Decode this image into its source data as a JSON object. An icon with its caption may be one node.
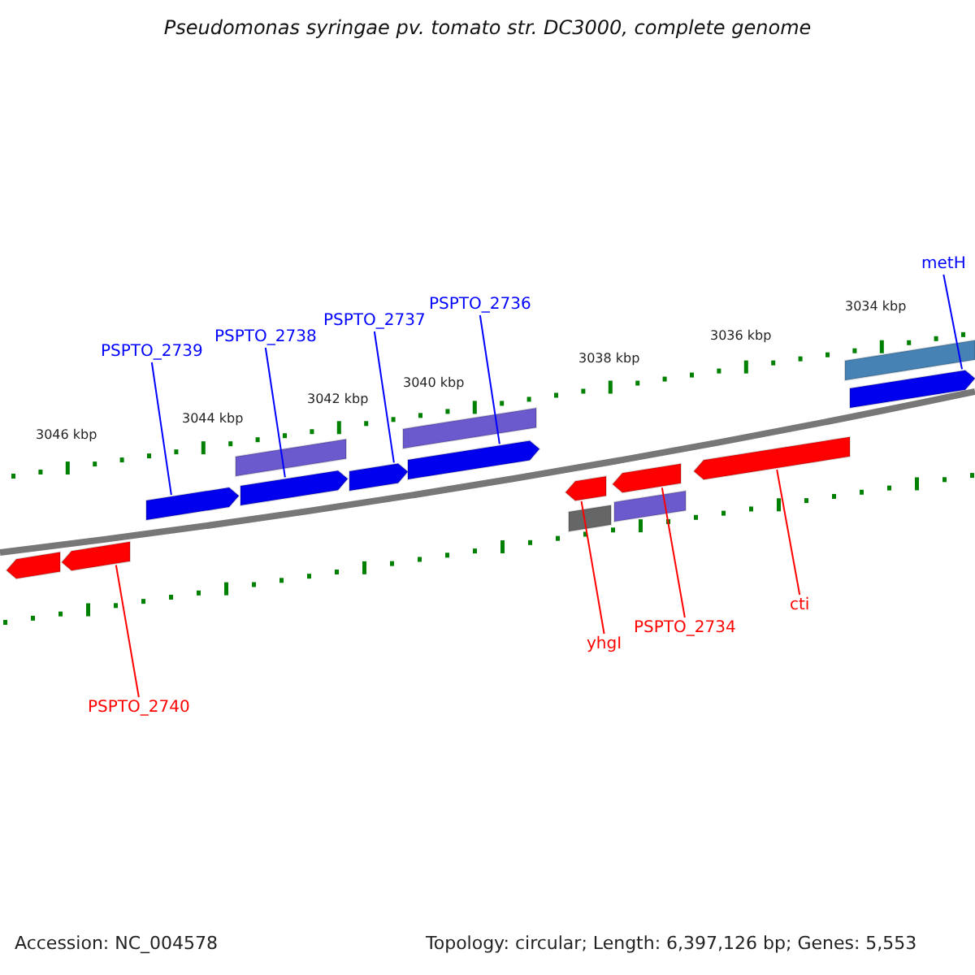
{
  "diagram": {
    "title": "Pseudomonas syringae pv. tomato str. DC3000, complete genome",
    "nodes": [
      {
        "text": [
          "metH"
        ]
      },
      {
        "text": [
          "PSPTO_2736"
        ]
      },
      {
        "text": [
          "PSPTO_2737"
        ]
      },
      {
        "text": [
          "PSPTO_2738"
        ]
      },
      {
        "text": [
          "PSPTO_2739"
        ]
      },
      {
        "text": [
          "cti"
        ]
      },
      {
        "text": [
          "PSPTO_2734"
        ]
      },
      {
        "text": [
          "yhgI"
        ]
      },
      {
        "text": [
          "PSPTO_2740"
        ]
      },
      {
        "text": [],
        "shape": "bar"
      },
      {
        "text": [],
        "shape": "bar"
      },
      {
        "text": [],
        "shape": "bar"
      },
      {
        "text": [],
        "shape": "bar"
      },
      {
        "text": [],
        "shape": "bar"
      },
      {
        "text": [],
        "shape": "bar"
      },
      {
        "text": [],
        "shape": "bar"
      },
      {
        "text": [],
        "shape": "bar"
      },
      {
        "text": [],
        "shape": "bar"
      }
    ],
    "edges": [
      {
        "from": 0,
        "to": 9,
        "arrow": "none"
      },
      {
        "from": 1,
        "to": 10,
        "arrow": "none"
      },
      {
        "from": 2,
        "to": 11,
        "arrow": "none"
      },
      {
        "from": 3,
        "to": 12,
        "arrow": "none"
      },
      {
        "from": 4,
        "to": 13,
        "arrow": "none"
      },
      {
        "from": 5,
        "to": 14,
        "arrow": "none",
        "color": "#ff0000"
      },
      {
        "from": 6,
        "to": 15,
        "arrow": "none",
        "color": "#ff0000"
      },
      {
        "from": 7,
        "to": 16,
        "arrow": "none",
        "color": "#ff0000"
      },
      {
        "from": 8,
        "to": 17,
        "arrow": "none",
        "color": "#ff0000"
      }
    ],
    "labels": [
      "3034 kbp",
      "3036 kbp",
      "3038 kbp",
      "3040 kbp",
      "3042 kbp",
      "3044 kbp",
      "3046 kbp",
      "Accession: NC_004578",
      "Topology: circular; Length: 6,397,126 bp; Genes: 5,553"
    ]
  }
}
